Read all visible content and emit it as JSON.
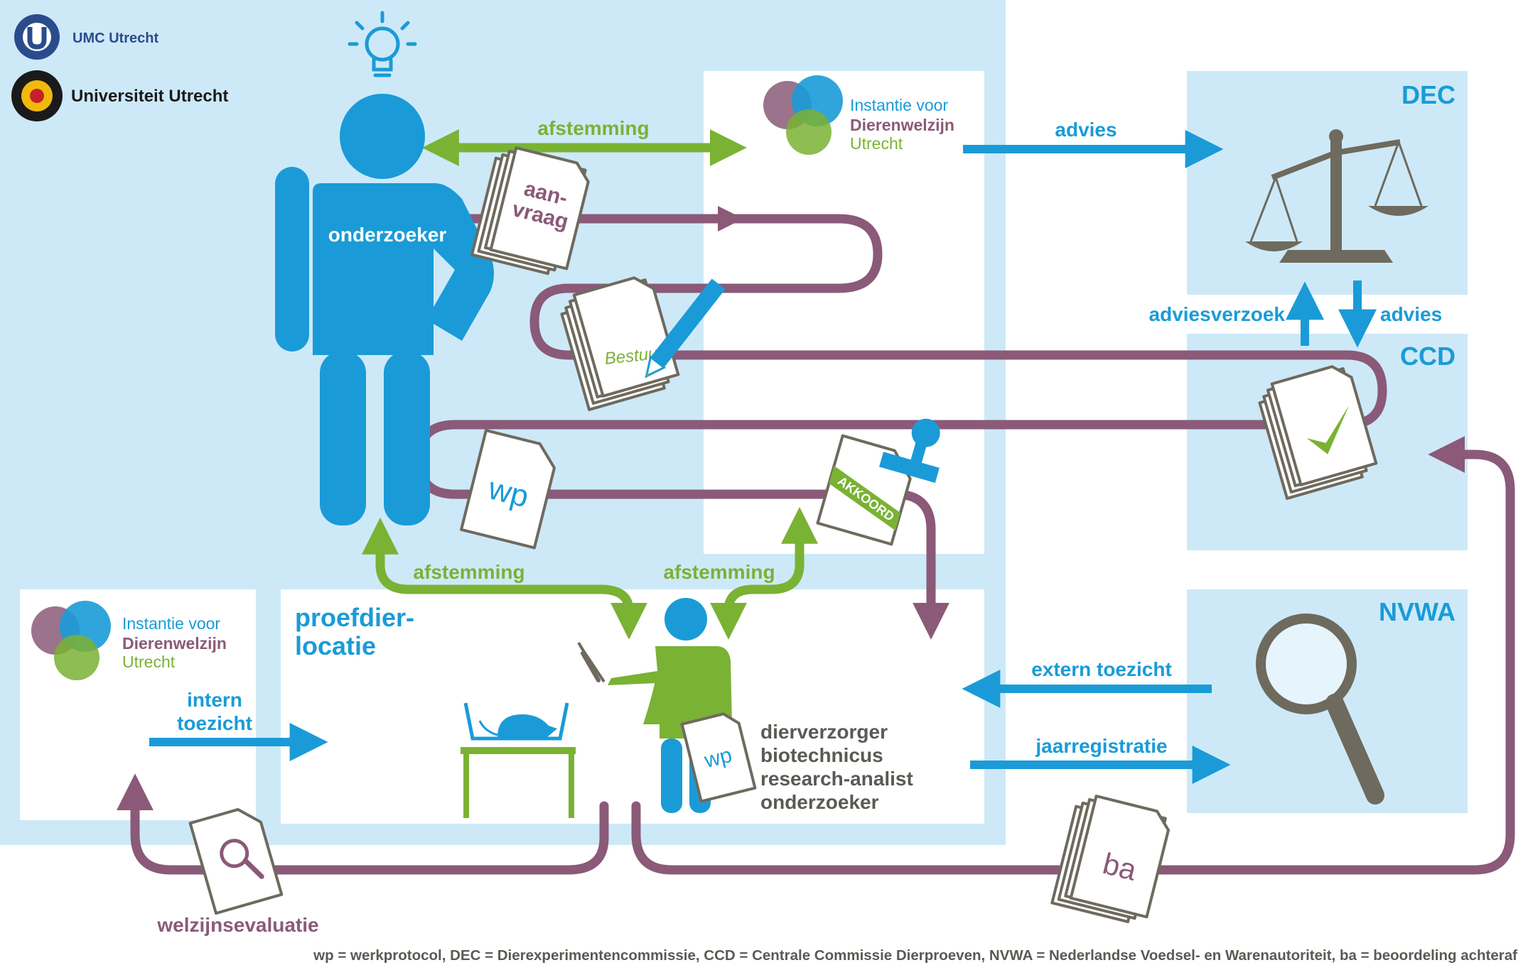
{
  "logos": {
    "umc": "UMC Utrecht",
    "uu": "Universiteit Utrecht",
    "ivd_line1": "Instantie voor",
    "ivd_line2": "Dierenwelzijn",
    "ivd_line3": "Utrecht"
  },
  "boxes": {
    "dec": "DEC",
    "ccd": "CCD",
    "nvwa": "NVWA",
    "proefdier_line1": "proefdier-",
    "proefdier_line2": "locatie"
  },
  "actors": {
    "onderzoeker": "onderzoeker",
    "roles": [
      "dierverzorger",
      "biotechnicus",
      "research-analist",
      "onderzoeker"
    ]
  },
  "flows": {
    "afstemming_top": "afstemming",
    "afstemming_left": "afstemming",
    "afstemming_right": "afstemming",
    "advies_top": "advies",
    "adviesverzoek": "adviesverzoek",
    "advies_side": "advies",
    "extern_toezicht": "extern toezicht",
    "jaarregistratie": "jaarregistratie",
    "intern_line1": "intern",
    "intern_line2": "toezicht",
    "welzijnsevaluatie": "welzijnsevaluatie"
  },
  "documents": {
    "aanvraag_line1": "aan-",
    "aanvraag_line2": "vraag",
    "bestuur": "Bestuur",
    "wp_main": "wp",
    "wp_small": "wp",
    "akkoord": "AKKOORD",
    "ba": "ba"
  },
  "footnote": "wp = werkprotocol, DEC = Dierexperimentencommissie, CCD = Centrale Commissie Dierproeven, NVWA = Nederlandse Voedsel- en Warenautoriteit, ba = beoordeling achteraf",
  "colors": {
    "light_blue_bg": "#cde9f8",
    "blue": "#1a9bd7",
    "green": "#7ab234",
    "purple": "#8a5a78",
    "gray": "#6e6a5e"
  }
}
